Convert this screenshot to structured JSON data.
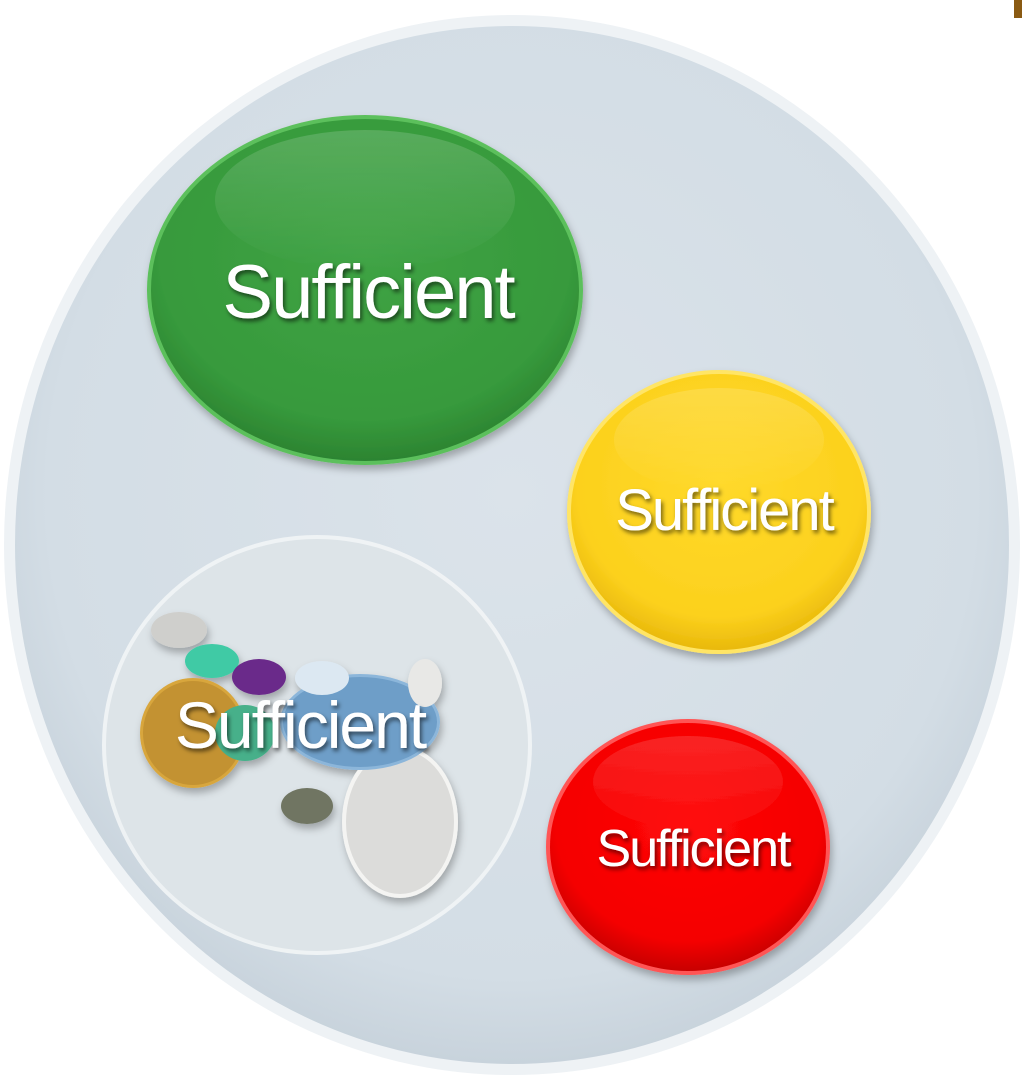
{
  "labels": {
    "green": "Sufficient",
    "yellow": "Sufficient",
    "cluster": "Sufficient",
    "red": "Sufficient"
  },
  "colors": {
    "outer": "#d5dee6",
    "outer_rim": "#f4f7f9",
    "green": "#3a9b3e",
    "yellow": "#fdd320",
    "red": "#f50000",
    "cluster_container": "#dde5e9",
    "pebble_gold": "#c39230",
    "pebble_blue": "#6e9ec8",
    "pebble_teal": "#3fcaa5",
    "pebble_purple": "#6a2a8a",
    "pebble_silver": "#c9c9c6",
    "pebble_white": "#e4e4e2",
    "pebble_light_blue": "#dce8f2",
    "pebble_olive": "#6f7562",
    "corner_mark": "#8a5a12"
  }
}
